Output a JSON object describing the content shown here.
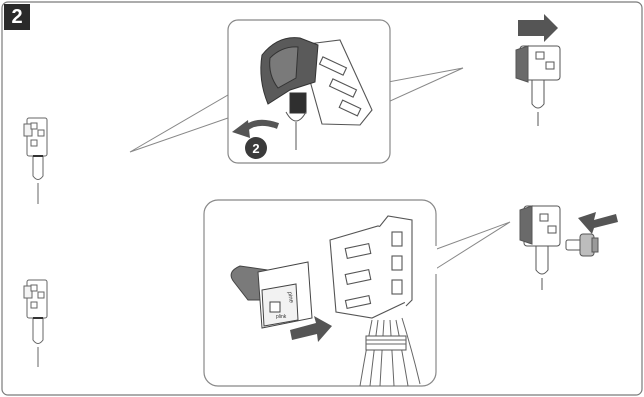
{
  "step": {
    "number": "2"
  },
  "callout_top": {
    "substep_label": "2"
  },
  "clip_labels": {
    "brand_text": "plink",
    "side_text": "pine"
  },
  "colors": {
    "line": "#6e6e6e",
    "part_fill": "#ffffff",
    "dark_part": "#4f4f4f",
    "arrow": "#555555",
    "badge": "#2a2a2a"
  }
}
